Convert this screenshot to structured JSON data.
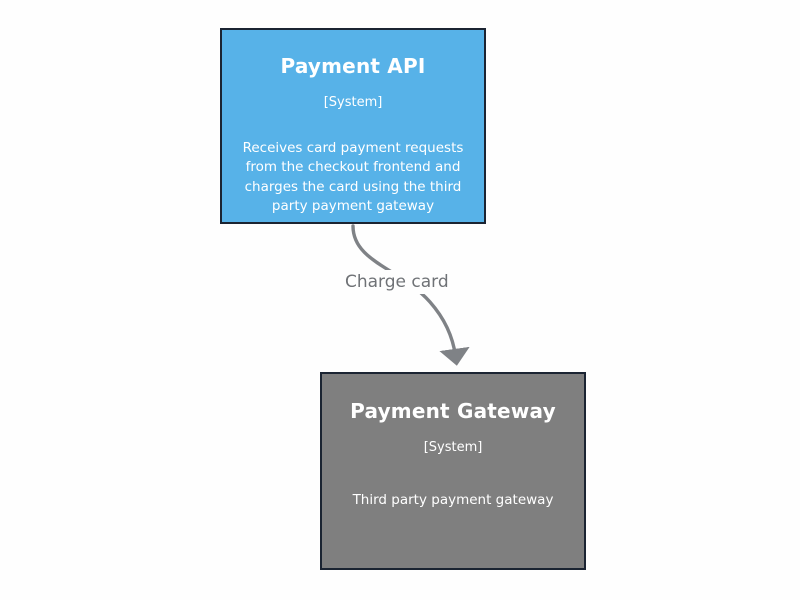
{
  "diagram": {
    "type": "c4-system-context",
    "background_color": "#fefefe",
    "nodes": [
      {
        "id": "payment-api",
        "title": "Payment API",
        "subtitle": "[System]",
        "description": "Receives card payment requests from the checkout frontend and charges the card using the third party payment gateway",
        "fill_color": "#57b2e8",
        "border_color": "#1b2432",
        "text_color": "#ffffff"
      },
      {
        "id": "payment-gateway",
        "title": "Payment Gateway",
        "subtitle": "[System]",
        "description": "Third party payment gateway",
        "fill_color": "#7f7f7f",
        "border_color": "#1b2432",
        "text_color": "#ffffff"
      }
    ],
    "edges": [
      {
        "id": "charge-card",
        "label": "Charge card",
        "from": "payment-api",
        "to": "payment-gateway",
        "color": "#7f8286",
        "style": "curved-solid-arrow"
      }
    ]
  }
}
